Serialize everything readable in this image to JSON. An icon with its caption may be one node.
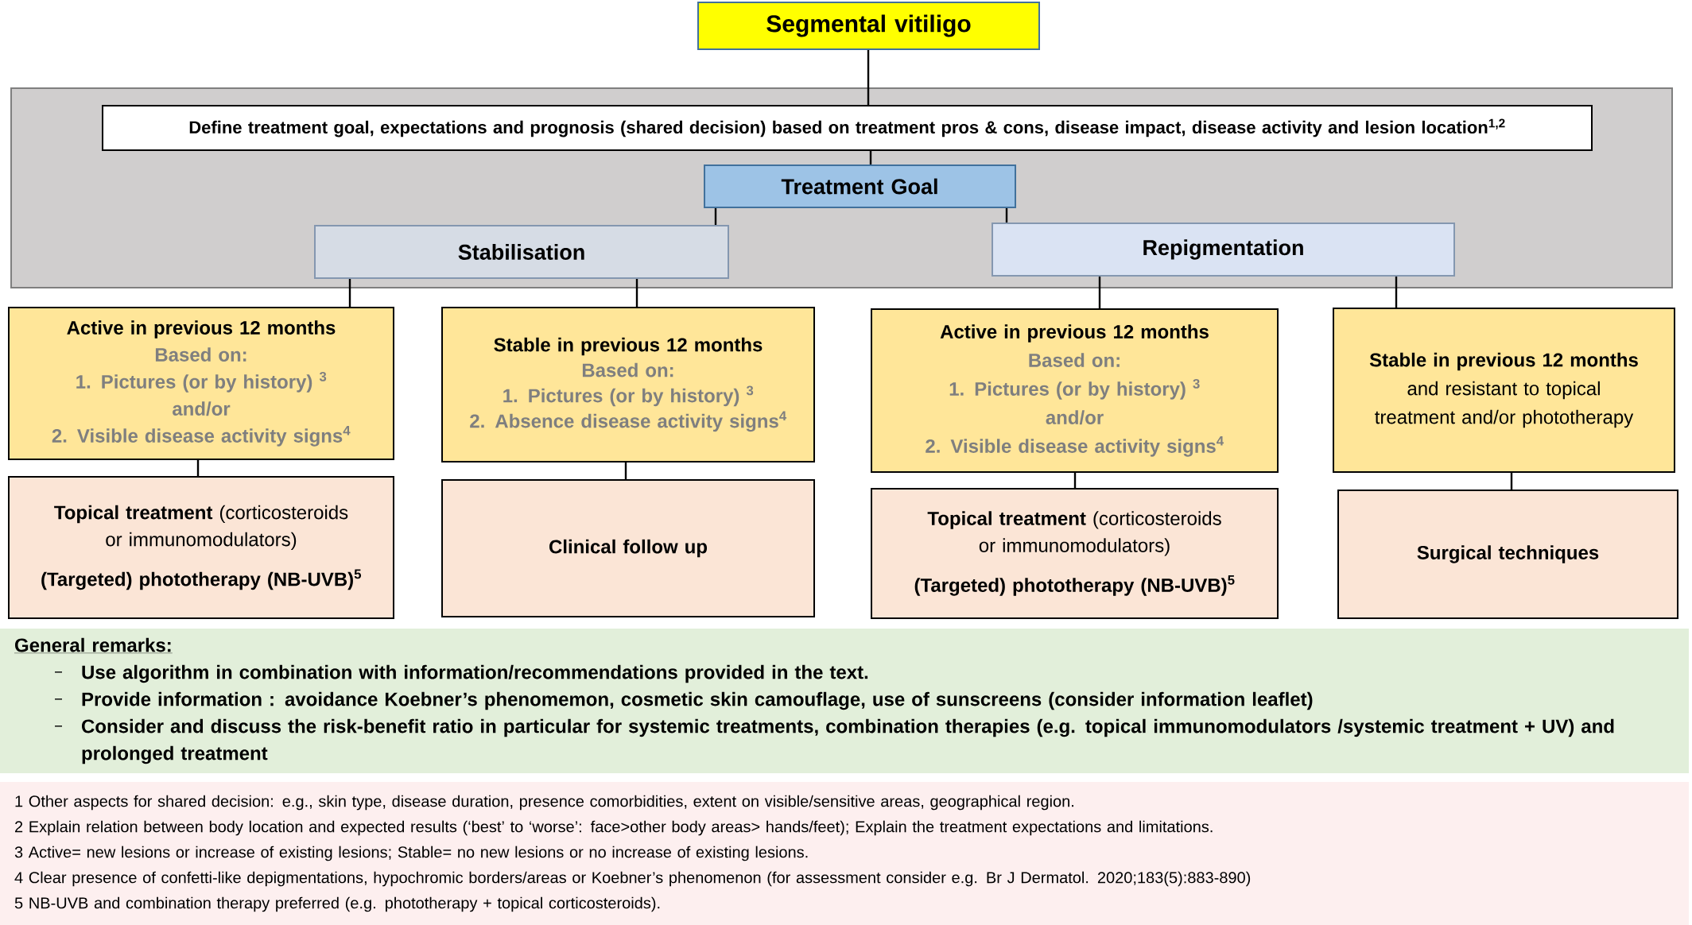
{
  "diagram": {
    "nodes": [
      {
        "text": [
          "Segmental vitiligo"
        ]
      },
      {
        "text": [],
        "shape": "box"
      },
      {
        "text": [
          "Define treatment goal, expectations and prognosis (shared decision) based on treatment pros & cons, disease impact, disease activity and lesion location$^{1,2}$"
        ],
        "in": 1
      },
      {
        "text": [
          "Treatment Goal"
        ],
        "in": 1
      },
      {
        "text": [
          "Stabilisation"
        ],
        "in": 1
      },
      {
        "text": [
          "Repigmentation"
        ],
        "in": 1
      },
      {
        "text": [
          "Active in previous 12 months",
          "Based on:",
          "1. Pictures (or by history) $^{3}$",
          "and/or",
          "2. Visible disease activity signs$^{4}$"
        ]
      },
      {
        "text": [
          "Stable in previous 12 months",
          "Based on:",
          "1. Pictures (or by history) $^{3}$",
          "2. Absence disease activity signs$^{4}$"
        ]
      },
      {
        "text": [
          "Active in previous 12 months",
          "Based on:",
          "1. Pictures (or by history) $^{3}$",
          "and/or",
          "2. Visible disease activity signs$^{4}$"
        ]
      },
      {
        "text": [
          "Stable in previous 12 months",
          "and resistant to topical treatment and/or phototherapy"
        ]
      },
      {
        "text": [
          "**Topical treatment** (corticosteroids or immunomodulators)",
          "(Targeted) phototherapy (NB-UVB)$^{5}$"
        ]
      },
      {
        "text": [
          "Clinical follow up"
        ]
      },
      {
        "text": [
          "**Topical treatment** (corticosteroids or immunomodulators)",
          "(Targeted) phototherapy (NB-UVB)$^{5}$"
        ]
      },
      {
        "text": [
          "Surgical techniques"
        ]
      },
      {
        "text": [
          "General remarks:",
          "Use algorithm in combination with information/recommendations provided in the text.",
          "Provide information : avoidance Koebner’s phenomemon, cosmetic skin camouflage, use of sunscreens (consider information leaflet)",
          "Consider and discuss the risk-benefit ratio in particular for systemic treatments, combination therapies (e.g. topical immunomodulators /systemic treatment + UV) and prolonged treatment"
        ]
      },
      {
        "text": [
          "1 Other aspects for shared decision: e.g., skin type, disease duration, presence comorbidities, extent on visible/sensitive areas, geographical region.",
          "2 Explain relation between body location and expected results (‘best’ to ‘worse’: face>other body areas> hands/feet); Explain the treatment expectations and limitations.",
          "3 Active= new lesions or increase of existing lesions; Stable= no new lesions or no increase of existing lesions.",
          "4 Clear presence of confetti-like depigmentations, hypochromic borders/areas or Koebner’s phenomenon (for assessment consider e.g. Br J Dermatol. 2020;183(5):883-890)",
          "5 NB-UVB and combination therapy preferred (e.g. phototherapy + topical corticosteroids)."
        ]
      }
    ],
    "edges": [
      {
        "from": 0,
        "to": 2,
        "arrow": "none"
      },
      {
        "from": 2,
        "to": 3,
        "arrow": "none"
      },
      {
        "from": 3,
        "to": 4,
        "arrow": "none"
      },
      {
        "from": 3,
        "to": 5,
        "arrow": "none"
      },
      {
        "from": 4,
        "to": 6,
        "arrow": "none"
      },
      {
        "from": 4,
        "to": 7,
        "arrow": "none"
      },
      {
        "from": 5,
        "to": 8,
        "arrow": "none"
      },
      {
        "from": 5,
        "to": 9,
        "arrow": "none"
      },
      {
        "from": 6,
        "to": 10,
        "arrow": "none"
      },
      {
        "from": 7,
        "to": 11,
        "arrow": "none"
      },
      {
        "from": 8,
        "to": 12,
        "arrow": "none"
      },
      {
        "from": 9,
        "to": 13,
        "arrow": "none"
      }
    ]
  }
}
